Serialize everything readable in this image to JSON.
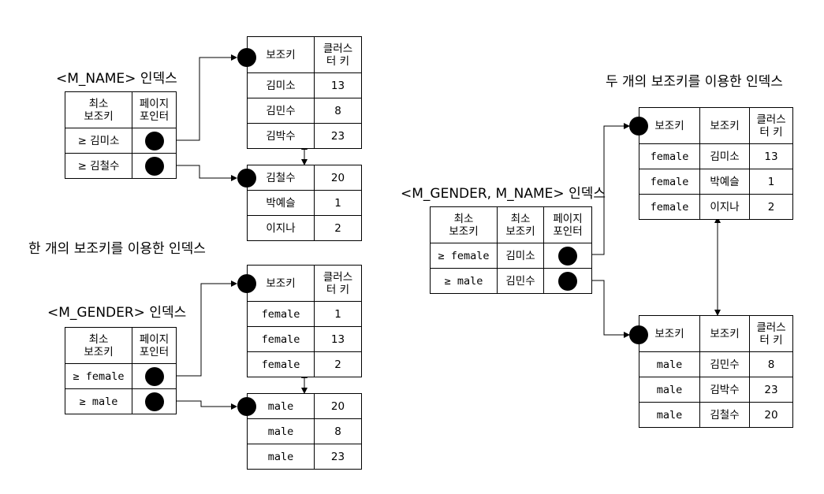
{
  "labels": {
    "name_index": "<M_NAME> 인덱스",
    "single_key_title": "한 개의 보조키를 이용한 인덱스",
    "gender_index": "<M_GENDER> 인덱스",
    "double_key_title": "두 개의 보조키를 이용한 인덱스",
    "gender_name_index": "<M_GENDER, M_NAME> 인덱스"
  },
  "name_index": {
    "headers": [
      "최소\n보조키",
      "페이지\n포인터"
    ],
    "rows": [
      {
        "key": "≥ 김미소"
      },
      {
        "key": "≥ 김철수"
      }
    ]
  },
  "name_pages": [
    {
      "headers": [
        "보조키",
        "클러스\n터 키"
      ],
      "rows": [
        {
          "k": "김미소",
          "c": "13"
        },
        {
          "k": "김민수",
          "c": "8"
        },
        {
          "k": "김박수",
          "c": "23"
        }
      ]
    },
    {
      "rows": [
        {
          "k": "김철수",
          "c": "20"
        },
        {
          "k": "박예슬",
          "c": "1"
        },
        {
          "k": "이지나",
          "c": "2"
        }
      ]
    }
  ],
  "gender_index": {
    "headers": [
      "최소\n보조키",
      "페이지\n포인터"
    ],
    "rows": [
      {
        "key": "≥ female"
      },
      {
        "key": "≥ male"
      }
    ]
  },
  "gender_pages": [
    {
      "headers": [
        "보조키",
        "클러스\n터 키"
      ],
      "rows": [
        {
          "k": "female",
          "c": "1"
        },
        {
          "k": "female",
          "c": "13"
        },
        {
          "k": "female",
          "c": "2"
        }
      ]
    },
    {
      "rows": [
        {
          "k": "male",
          "c": "20"
        },
        {
          "k": "male",
          "c": "8"
        },
        {
          "k": "male",
          "c": "23"
        }
      ]
    }
  ],
  "gender_name_index": {
    "headers": [
      "최소\n보조키",
      "최소\n보조키",
      "페이지\n포인터"
    ],
    "rows": [
      {
        "k1": "≥ female",
        "k2": "김미소"
      },
      {
        "k1": "≥ male",
        "k2": "김민수"
      }
    ]
  },
  "gender_name_pages": [
    {
      "headers": [
        "보조키",
        "보조키",
        "클러스\n터 키"
      ],
      "rows": [
        {
          "k1": "female",
          "k2": "김미소",
          "c": "13"
        },
        {
          "k1": "female",
          "k2": "박예슬",
          "c": "1"
        },
        {
          "k1": "female",
          "k2": "이지나",
          "c": "2"
        }
      ]
    },
    {
      "headers": [
        "보조키",
        "보조키",
        "클러스\n터 키"
      ],
      "rows": [
        {
          "k1": "male",
          "k2": "김민수",
          "c": "8"
        },
        {
          "k1": "male",
          "k2": "김박수",
          "c": "23"
        },
        {
          "k1": "male",
          "k2": "김철수",
          "c": "20"
        }
      ]
    }
  ]
}
